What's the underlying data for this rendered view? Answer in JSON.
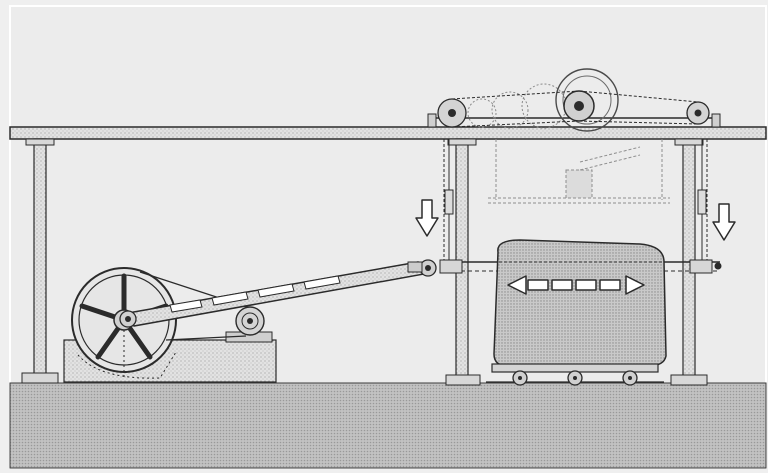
{
  "figure": {
    "style": "monochrome technical line drawing with stippled fills",
    "colors": {
      "background": "#eeeeee",
      "paper_edge": "#ffffff",
      "line": "#2b2b2b",
      "stipple_light": "#d6d6d6",
      "stipple_dark": "#bdbdbd",
      "ground": "#c4c4c4"
    },
    "components": [
      "overhead-beam",
      "overhead-pulley-train",
      "support-posts",
      "flywheel",
      "engine-base",
      "connecting-rod",
      "crank-pulley",
      "stone-block",
      "rail-cart",
      "saw-frame",
      "down-arrows",
      "reciprocating-double-arrow"
    ],
    "icons": [
      "down-arrow-icon",
      "double-arrow-icon"
    ]
  }
}
